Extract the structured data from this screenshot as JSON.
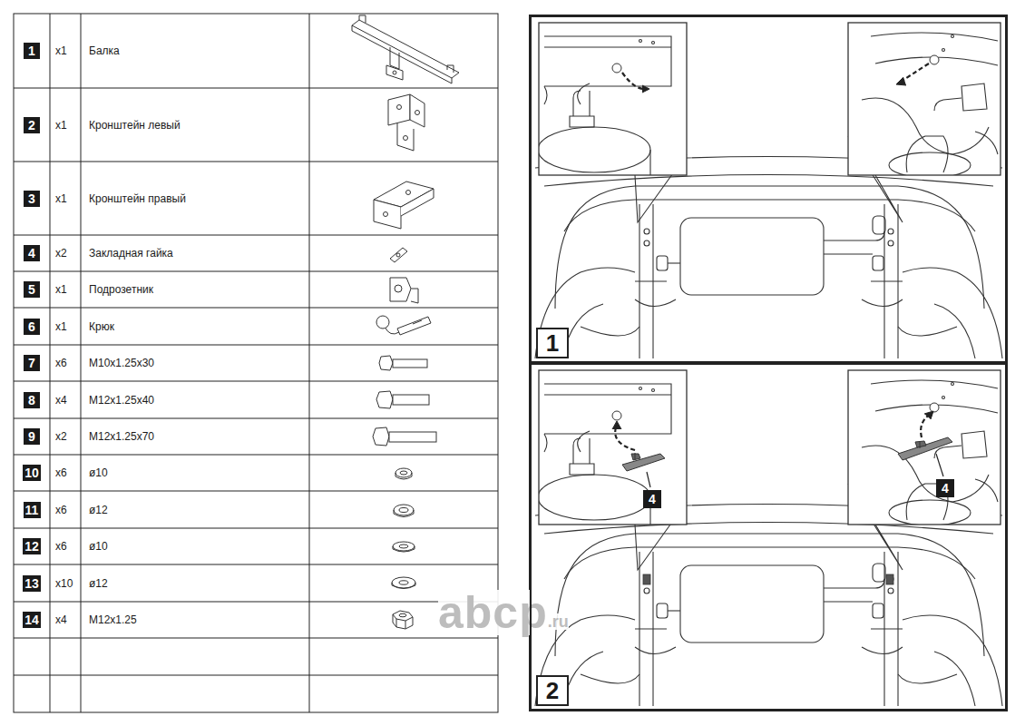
{
  "diagram": {
    "nodes": [
      {
        "text": [
          "1"
        ]
      },
      {
        "text": [
          "2"
        ]
      },
      {
        "text": [
          "4"
        ],
        "in": 1
      },
      {
        "text": [
          "4"
        ],
        "in": 1
      }
    ],
    "labels": [
      "1",
      "x1",
      "Балка",
      "2",
      "x1",
      "Кронштейн левый",
      "3",
      "x1",
      "Кронштейн правый",
      "4",
      "x2",
      "Закладная гайка",
      "5",
      "x1",
      "Подрозетник",
      "6",
      "x1",
      "Крюк",
      "7",
      "x6",
      "M10x1.25x30",
      "8",
      "x4",
      "M12x1.25x40",
      "9",
      "x2",
      "M12x1.25x70",
      "10",
      "x6",
      "ø10",
      "11",
      "x6",
      "ø12",
      "12",
      "x6",
      "ø10",
      "13",
      "x10",
      "ø12",
      "14",
      "x4",
      "M12x1.25",
      "abcp",
      ".ru"
    ]
  }
}
